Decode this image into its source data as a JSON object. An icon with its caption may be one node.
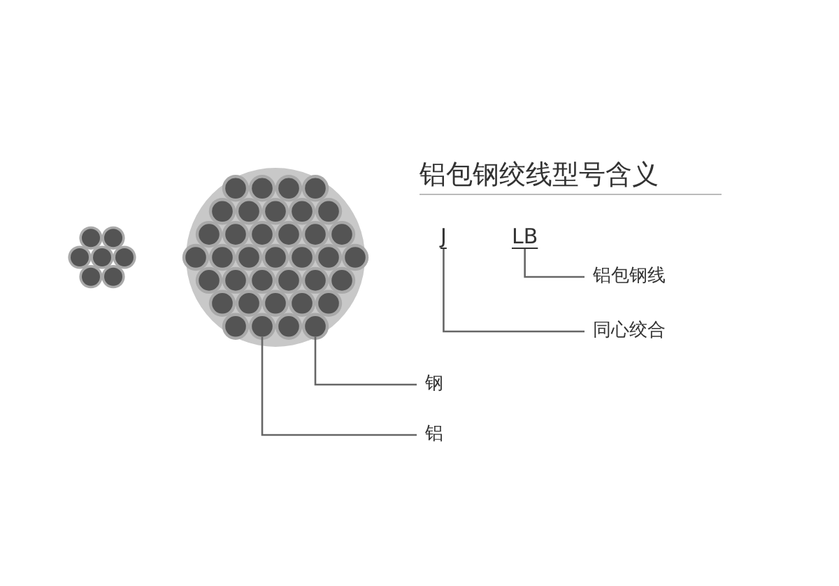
{
  "diagram": {
    "title": "铝包钢绞线型号含义",
    "nodes": [
      {
        "text": [
          "J"
        ]
      },
      {
        "text": [
          "LB"
        ]
      },
      {
        "text": [
          "铝包钢线"
        ]
      },
      {
        "text": [
          "同心绞合"
        ]
      },
      {
        "text": [
          "钢"
        ]
      },
      {
        "text": [
          "铝"
        ]
      },
      {
        "text": [],
        "shape": "circle"
      },
      {
        "text": [],
        "shape": "circle"
      }
    ],
    "edges": [
      {
        "from": 1,
        "to": 2,
        "arrow": "none"
      },
      {
        "from": 0,
        "to": 3,
        "arrow": "none"
      },
      {
        "from": 4,
        "to": 7,
        "arrow": "none"
      },
      {
        "from": 5,
        "to": 6,
        "arrow": "none"
      }
    ]
  }
}
